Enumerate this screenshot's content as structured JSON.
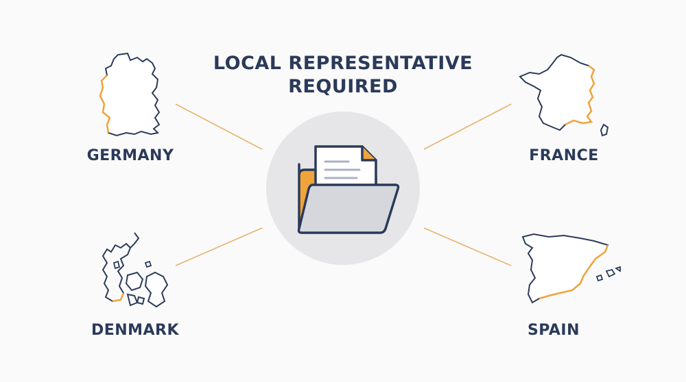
{
  "title": {
    "line1": "LOCAL REPRESENTATIVE",
    "line2": "REQUIRED"
  },
  "countries": {
    "germany": "GERMANY",
    "france": "FRANCE",
    "denmark": "DENMARK",
    "spain": "SPAIN"
  },
  "icons": {
    "center": "open-folder-with-document-icon",
    "germany": "germany-map-icon",
    "france": "france-map-icon",
    "denmark": "denmark-map-icon",
    "spain": "spain-map-icon"
  },
  "colors": {
    "text": "#2b3a5a",
    "accent": "#f0a43a",
    "connector": "#e9b26a",
    "circle": "#e6e6e8",
    "folder_front": "#d5d7dd"
  }
}
